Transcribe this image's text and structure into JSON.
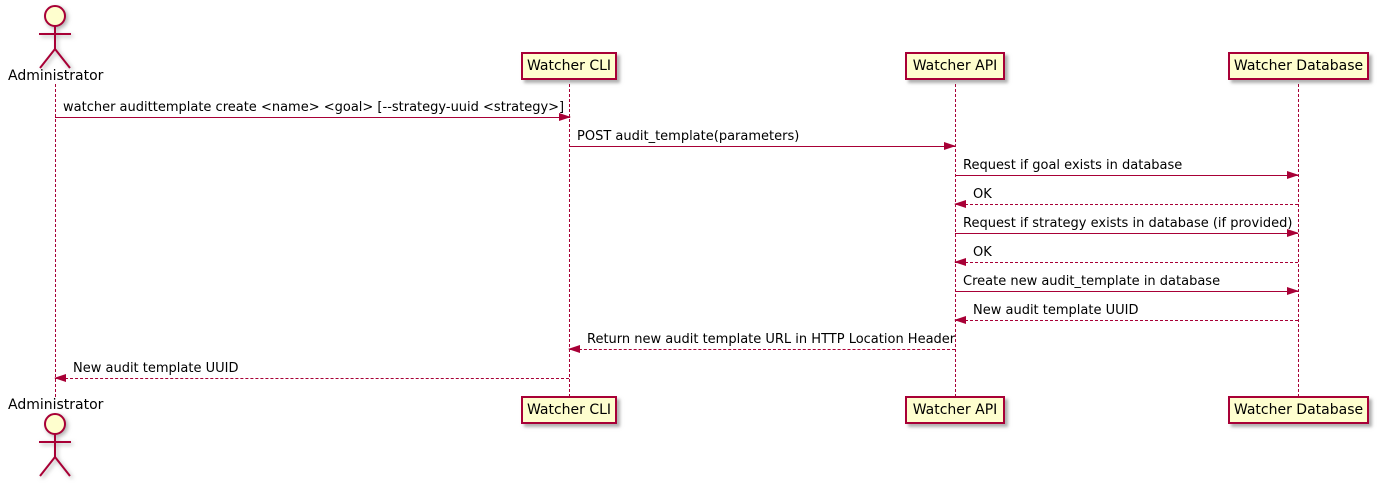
{
  "participants": [
    {
      "name": "Administrator",
      "type": "actor"
    },
    {
      "name": "Watcher CLI",
      "type": "participant"
    },
    {
      "name": "Watcher API",
      "type": "participant"
    },
    {
      "name": "Watcher Database",
      "type": "participant"
    }
  ],
  "messages": [
    {
      "from": "Administrator",
      "to": "Watcher CLI",
      "label": "watcher audittemplate create <name> <goal> [--strategy-uuid <strategy>]",
      "line": "solid",
      "direction": "right"
    },
    {
      "from": "Watcher CLI",
      "to": "Watcher API",
      "label": "POST audit_template(parameters)",
      "line": "solid",
      "direction": "right"
    },
    {
      "from": "Watcher API",
      "to": "Watcher Database",
      "label": "Request if goal exists in database",
      "line": "solid",
      "direction": "right"
    },
    {
      "from": "Watcher Database",
      "to": "Watcher API",
      "label": "OK",
      "line": "dashed",
      "direction": "left"
    },
    {
      "from": "Watcher API",
      "to": "Watcher Database",
      "label": "Request if strategy exists in database (if provided)",
      "line": "solid",
      "direction": "right"
    },
    {
      "from": "Watcher Database",
      "to": "Watcher API",
      "label": "OK",
      "line": "dashed",
      "direction": "left"
    },
    {
      "from": "Watcher API",
      "to": "Watcher Database",
      "label": "Create new audit_template in database",
      "line": "solid",
      "direction": "right"
    },
    {
      "from": "Watcher Database",
      "to": "Watcher API",
      "label": "New audit template UUID",
      "line": "dashed",
      "direction": "left"
    },
    {
      "from": "Watcher API",
      "to": "Watcher CLI",
      "label": "Return new audit template URL in HTTP Location Header",
      "line": "dashed",
      "direction": "left"
    },
    {
      "from": "Watcher CLI",
      "to": "Administrator",
      "label": "New audit template UUID",
      "line": "dashed",
      "direction": "left"
    }
  ],
  "colors": {
    "line": "#A80036",
    "participant_fill": "#FEFECE",
    "text": "#000000",
    "background": "#FFFFFF"
  }
}
